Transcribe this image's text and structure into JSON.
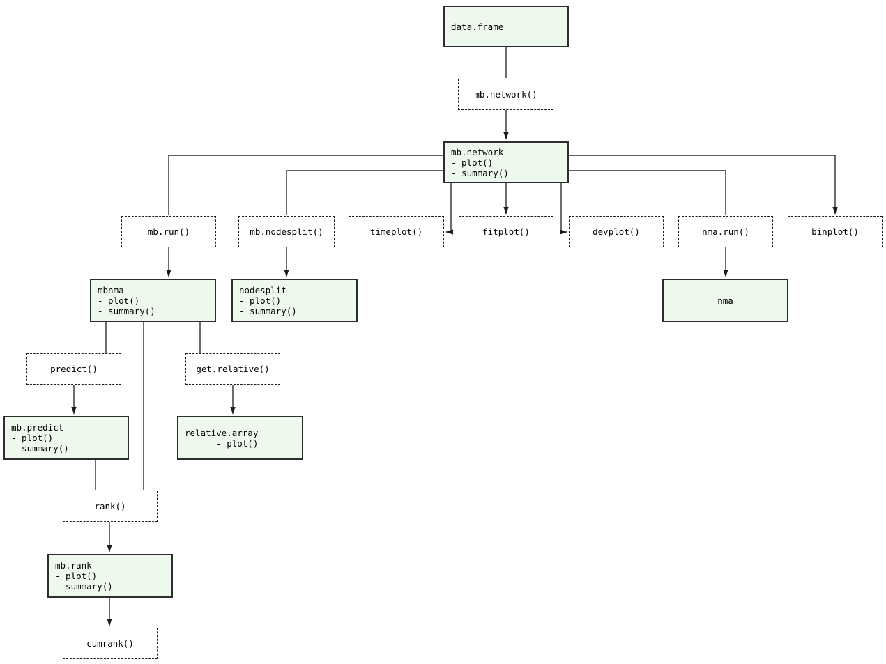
{
  "diagram": {
    "description": "Package workflow flowchart",
    "colors": {
      "object_node_fill": "#ecf9ec",
      "object_node_border": "#2e2e2e",
      "function_node_fill": "#ffffff",
      "function_node_border": "#1b1b1b",
      "edge": "#2e2e2e",
      "text": "#000000",
      "background": "#ffffff"
    },
    "nodes": {
      "data_frame": {
        "kind": "object",
        "lines": [
          "data.frame"
        ]
      },
      "mb_network_fn": {
        "kind": "function",
        "label": "mb.network()"
      },
      "mb_network": {
        "kind": "object",
        "lines": [
          "mb.network",
          "- plot()",
          "- summary()"
        ]
      },
      "mb_run_fn": {
        "kind": "function",
        "label": "mb.run()"
      },
      "mb_nodesplit_fn": {
        "kind": "function",
        "label": "mb.nodesplit()"
      },
      "timeplot_fn": {
        "kind": "function",
        "label": "timeplot()"
      },
      "fitplot_fn": {
        "kind": "function",
        "label": "fitplot()"
      },
      "devplot_fn": {
        "kind": "function",
        "label": "devplot()"
      },
      "nma_run_fn": {
        "kind": "function",
        "label": "nma.run()"
      },
      "binplot_fn": {
        "kind": "function",
        "label": "binplot()"
      },
      "mbnma": {
        "kind": "object",
        "lines": [
          "mbnma",
          "- plot()",
          "- summary()"
        ]
      },
      "nodesplit": {
        "kind": "object",
        "lines": [
          "nodesplit",
          "- plot()",
          "- summary()"
        ]
      },
      "nma": {
        "kind": "object",
        "lines": [
          "nma"
        ]
      },
      "predict_fn": {
        "kind": "function",
        "label": "predict()"
      },
      "get_relative_fn": {
        "kind": "function",
        "label": "get.relative()"
      },
      "mb_predict": {
        "kind": "object",
        "lines": [
          "mb.predict",
          "- plot()",
          "- summary()"
        ]
      },
      "relative_array": {
        "kind": "object",
        "lines": [
          "relative.array",
          "- plot()"
        ]
      },
      "rank_fn": {
        "kind": "function",
        "label": "rank()"
      },
      "mb_rank": {
        "kind": "object",
        "lines": [
          "mb.rank",
          "- plot()",
          "- summary()"
        ]
      },
      "cumrank_fn": {
        "kind": "function",
        "label": "cumrank()"
      }
    },
    "edges": [
      {
        "from": "data.frame",
        "to": "mb.network()",
        "arrow": false
      },
      {
        "from": "mb.network()",
        "to": "mb.network",
        "arrow": true
      },
      {
        "from": "mb.network",
        "to": "mb.run()",
        "arrow": false
      },
      {
        "from": "mb.network",
        "to": "mb.nodesplit()",
        "arrow": false
      },
      {
        "from": "mb.network",
        "to": "timeplot()",
        "arrow": true
      },
      {
        "from": "mb.network",
        "to": "fitplot()",
        "arrow": true
      },
      {
        "from": "mb.network",
        "to": "devplot()",
        "arrow": true
      },
      {
        "from": "mb.network",
        "to": "nma.run()",
        "arrow": false
      },
      {
        "from": "mb.network",
        "to": "binplot()",
        "arrow": true
      },
      {
        "from": "mb.run()",
        "to": "mbnma",
        "arrow": true
      },
      {
        "from": "mb.nodesplit()",
        "to": "nodesplit",
        "arrow": true
      },
      {
        "from": "nma.run()",
        "to": "nma",
        "arrow": true
      },
      {
        "from": "mbnma",
        "to": "predict()",
        "arrow": false
      },
      {
        "from": "mbnma",
        "to": "rank()",
        "arrow": false
      },
      {
        "from": "mbnma",
        "to": "get.relative()",
        "arrow": false
      },
      {
        "from": "predict()",
        "to": "mb.predict",
        "arrow": true
      },
      {
        "from": "get.relative()",
        "to": "relative.array",
        "arrow": true
      },
      {
        "from": "mb.predict",
        "to": "rank()",
        "arrow": false
      },
      {
        "from": "rank()",
        "to": "mb.rank",
        "arrow": true
      },
      {
        "from": "mb.rank",
        "to": "cumrank()",
        "arrow": true
      }
    ]
  }
}
